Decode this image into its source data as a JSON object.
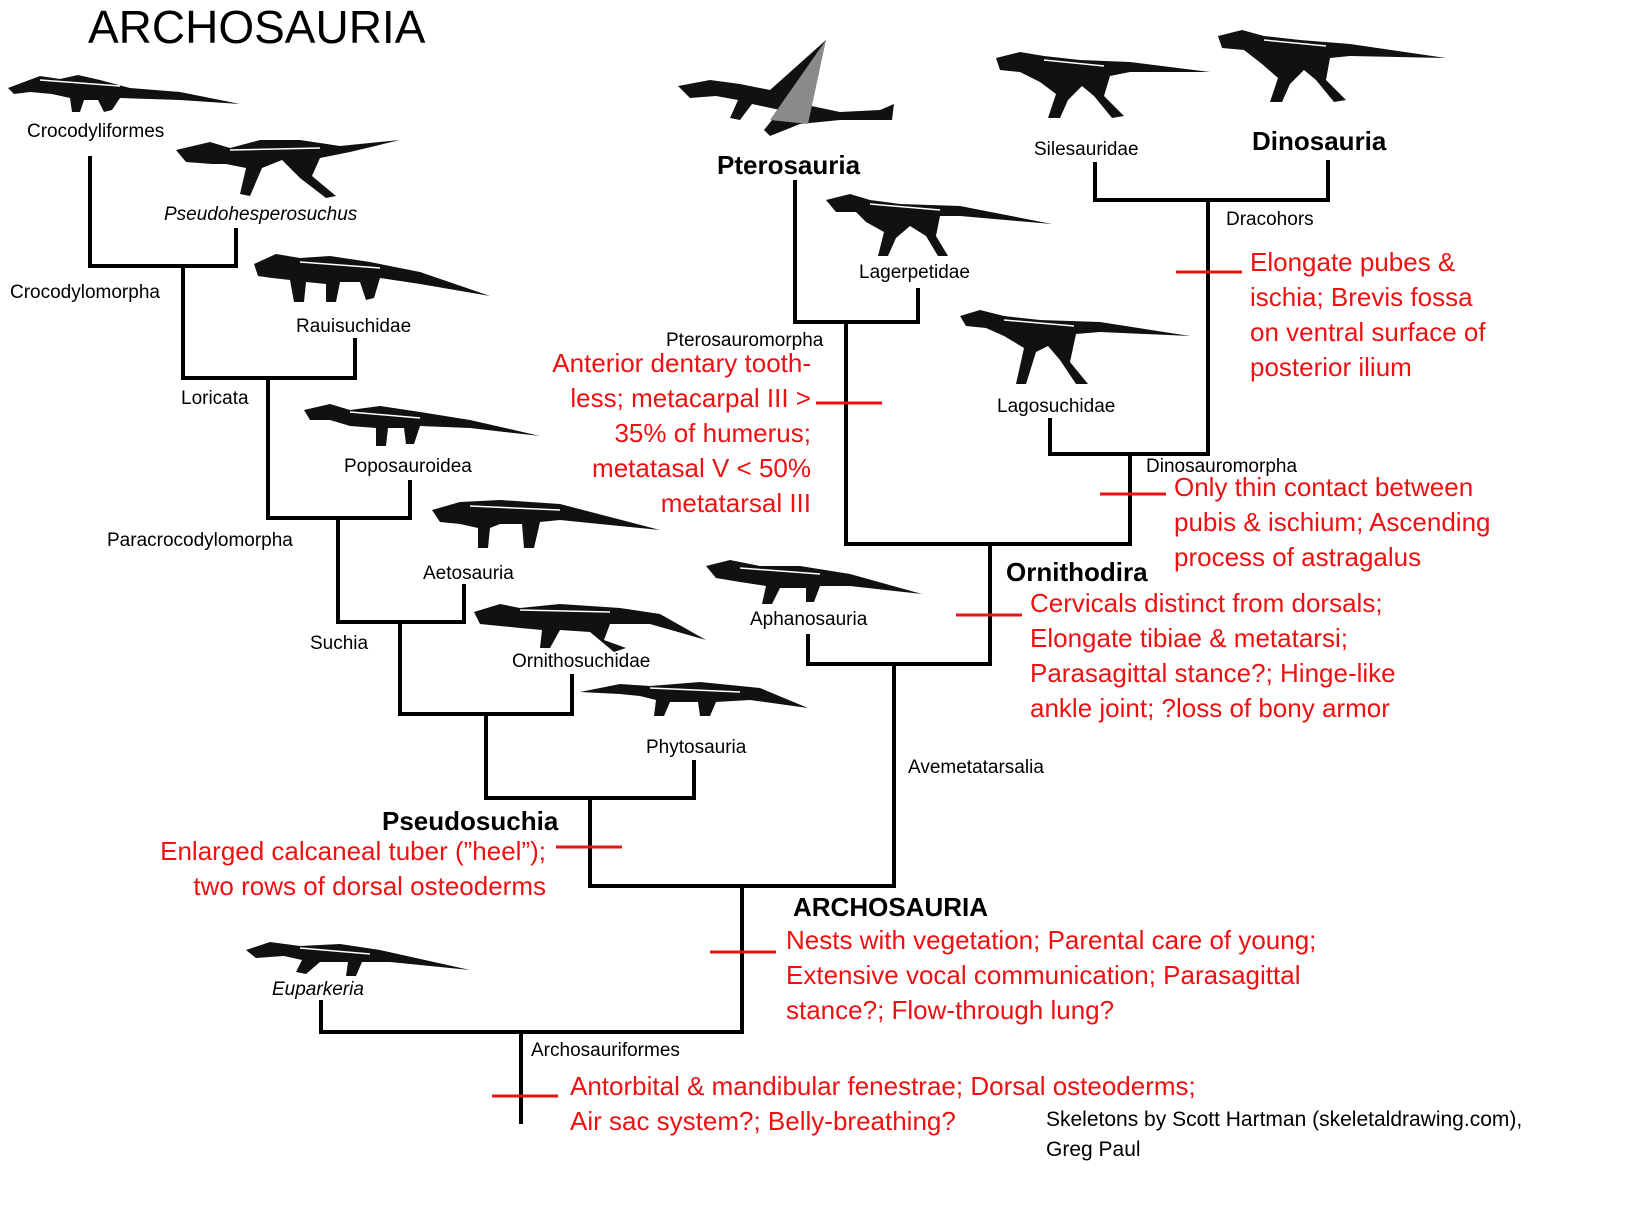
{
  "title": "ARCHOSAURIA",
  "taxa": {
    "crocodyliformes": "Crocodyliformes",
    "pseudohesperosuchus": "Pseudohesperosuchus",
    "rauisuchidae": "Rauisuchidae",
    "poposauroidea": "Poposauroidea",
    "aetosauria": "Aetosauria",
    "ornithosuchidae": "Ornithosuchidae",
    "phytosauria": "Phytosauria",
    "aphanosauria": "Aphanosauria",
    "euparkeria": "Euparkeria",
    "pterosauria": "Pterosauria",
    "lagerpetidae": "Lagerpetidae",
    "lagosuchidae": "Lagosuchidae",
    "silesauridae": "Silesauridae",
    "dinosauria": "Dinosauria"
  },
  "nodes": {
    "crocodylomorpha": "Crocodylomorpha",
    "loricata": "Loricata",
    "paracrocodylomorpha": "Paracrocodylomorpha",
    "suchia": "Suchia",
    "pseudosuchia": "Pseudosuchia",
    "archosauria": "ARCHOSAURIA",
    "archosauriformes": "Archosauriformes",
    "avemetatarsalia": "Avemetatarsalia",
    "ornithodira": "Ornithodira",
    "pterosauromorpha": "Pterosauromorpha",
    "dinosauromorpha": "Dinosauromorpha",
    "dracohors": "Dracohors"
  },
  "synapomorphies": {
    "pterosauromorpha": [
      "Anterior dentary tooth-",
      "less; metacarpal III >",
      "35% of humerus;",
      "metatasal V < 50%",
      "metatarsal III"
    ],
    "dracohors": [
      "Elongate pubes &",
      "ischia; Brevis fossa",
      "on ventral surface of",
      "posterior ilium"
    ],
    "dinosauromorpha": [
      "Only thin contact between",
      "pubis & ischium; Ascending",
      "process of astragalus"
    ],
    "ornithodira": [
      "Cervicals distinct from dorsals;",
      "Elongate tibiae & metatarsi;",
      "Parasagittal stance?; Hinge-like",
      "ankle joint; ?loss of bony armor"
    ],
    "pseudosuchia": [
      "Enlarged calcaneal tuber (”heel”);",
      "two rows of dorsal osteoderms"
    ],
    "archosauria": [
      "Nests with vegetation; Parental care of young;",
      "Extensive vocal communication; Parasagittal",
      "stance?; Flow-through lung?"
    ],
    "archosauriformes": [
      "Antorbital & mandibular fenestrae; Dorsal osteoderms;",
      "Air sac system?; Belly-breathing?"
    ]
  },
  "credit": [
    "Skeletons by Scott Hartman (skeletaldrawing.com),",
    "Greg Paul"
  ],
  "colors": {
    "tree": "#000000",
    "synapomorphy": "#ee1111",
    "skeleton_body": "#111111",
    "skeleton_bone": "#ffffff",
    "pterosaur_wing": "#8a8a8a"
  }
}
